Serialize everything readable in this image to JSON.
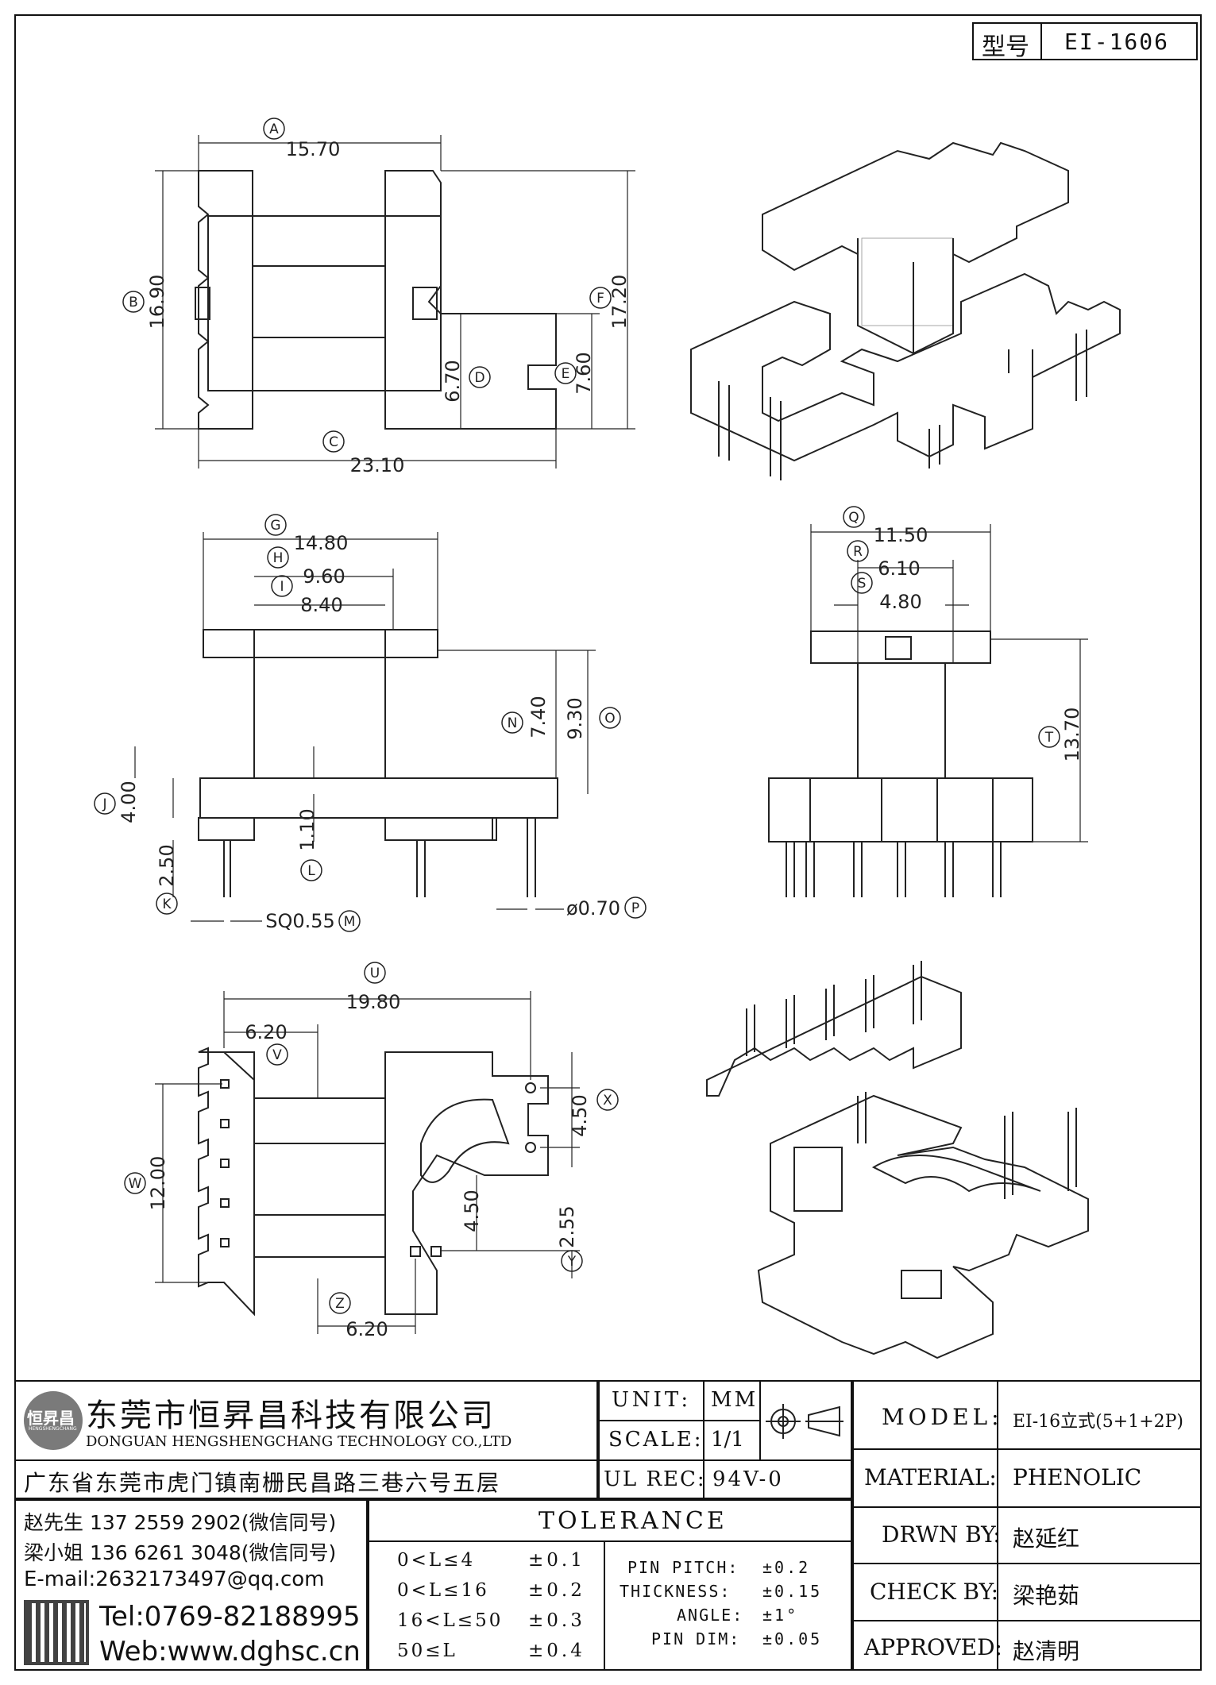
{
  "title_block": {
    "model_label": "型号",
    "model_no": "EI-1606"
  },
  "top_view": {
    "A": "A",
    "A_val": "15.70",
    "B": "B",
    "B_val": "16.90",
    "C": "C",
    "C_val": "23.10",
    "D": "D",
    "D_val": "6.70",
    "E": "E",
    "E_val": "7.60",
    "F": "F",
    "F_val": "17.20"
  },
  "front_view": {
    "G": "G",
    "G_val": "14.80",
    "H": "H",
    "H_val": "9.60",
    "I": "I",
    "I_val": "8.40",
    "J": "J",
    "J_val": "4.00",
    "K": "K",
    "K_val": "2.50",
    "L": "L",
    "L_val": "1.10",
    "M": "M",
    "M_val": "SQ0.55",
    "N": "N",
    "N_val": "7.40",
    "O": "O",
    "O_val": "9.30",
    "P": "P",
    "P_val": "ø0.70"
  },
  "side_view": {
    "Q": "Q",
    "Q_val": "11.50",
    "R": "R",
    "R_val": "6.10",
    "S": "S",
    "S_val": "4.80",
    "T": "T",
    "T_val": "13.70"
  },
  "bottom_view": {
    "U": "U",
    "U_val": "19.80",
    "V": "V",
    "V_val": "6.20",
    "W": "W",
    "W_val": "12.00",
    "X": "X",
    "X_val": "4.50",
    "Y": "Y",
    "Y_val": "2.55",
    "Z": "Z",
    "Z_val": "6.20",
    "inner_val": "4.50"
  },
  "company": {
    "logo_text": "恒昇昌",
    "logo_sub": "HENGSHENGCHANG",
    "name_cn": "东莞市恒昇昌科技有限公司",
    "name_en": "DONGUAN HENGSHENGCHANG TECHNOLOGY CO.,LTD",
    "address": "广东省东莞市虎门镇南栅民昌路三巷六号五层",
    "contact1": "赵先生 137 2559 2902(微信同号)",
    "contact2": "梁小姐 136 6261 3048(微信同号)",
    "email": "E-mail:2632173497@qq.com",
    "tel": "Tel:0769-82188995",
    "web": "Web:www.dghsc.cn"
  },
  "spec": {
    "unit_label": "UNIT:",
    "unit_val": "MM",
    "scale_label": "SCALE:",
    "scale_val": "1/1",
    "ulrec_label": "UL REC:",
    "ulrec_val": "94V-0",
    "tolerance_title": "TOLERANCE",
    "tol_rows": [
      {
        "range": "0<L≤4",
        "val": "±0.1"
      },
      {
        "range": "0<L≤16",
        "val": "±0.2"
      },
      {
        "range": "16<L≤50",
        "val": "±0.3"
      },
      {
        "range": "50≤L",
        "val": "±0.4"
      }
    ],
    "tol_extra": [
      {
        "label": "PIN PITCH:",
        "val": "±0.2"
      },
      {
        "label": "THICKNESS:",
        "val": "±0.15"
      },
      {
        "label": "ANGLE:",
        "val": "±1°"
      },
      {
        "label": "PIN DIM:",
        "val": "±0.05"
      }
    ]
  },
  "right_block": {
    "model_label": "MODEL:",
    "model_val": "EI-16立式(5+1+2P)",
    "material_label": "MATERIAL:",
    "material_val": "PHENOLIC",
    "drwn_label": "DRWN BY:",
    "drwn_val": "赵延红",
    "check_label": "CHECK BY:",
    "check_val": "梁艳茹",
    "approved_label": "APPROVED:",
    "approved_val": "赵清明"
  }
}
